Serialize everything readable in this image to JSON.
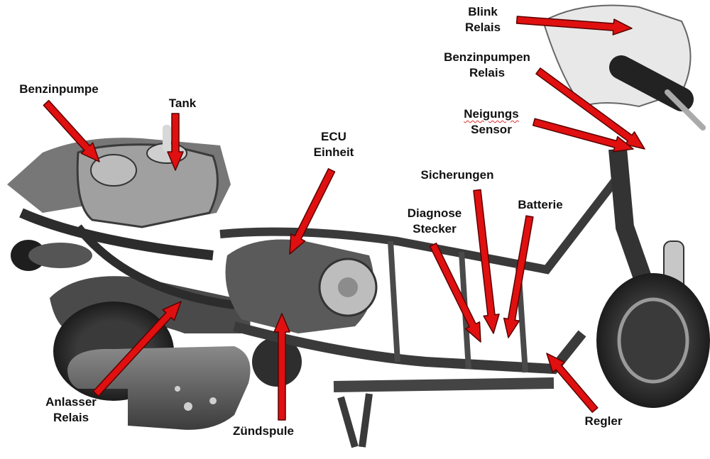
{
  "diagram": {
    "labels": {
      "blink_relais": [
        "Blink",
        "Relais"
      ],
      "benzinpumpen_relais": [
        "Benzinpumpen",
        "Relais"
      ],
      "neigungs_sensor": [
        "Neigungs",
        "Sensor"
      ],
      "benzinpumpe": [
        "Benzinpumpe"
      ],
      "tank": [
        "Tank"
      ],
      "ecu_einheit": [
        "ECU",
        "Einheit"
      ],
      "sicherungen": [
        "Sicherungen"
      ],
      "batterie": [
        "Batterie"
      ],
      "diagnose_stecker": [
        "Diagnose",
        "Stecker"
      ],
      "anlasser_relais": [
        "Anlasser",
        "Relais"
      ],
      "zuendspule": [
        "Zündspule"
      ],
      "regler": [
        "Regler"
      ]
    },
    "colors": {
      "arrow": "#e01010",
      "arrow_outline": "#5a0000",
      "label_text": "#111111",
      "background": "#ffffff",
      "photo_dark": "#2a2a2a",
      "photo_mid": "#6e6e6e",
      "photo_light": "#bdbdbd"
    }
  }
}
